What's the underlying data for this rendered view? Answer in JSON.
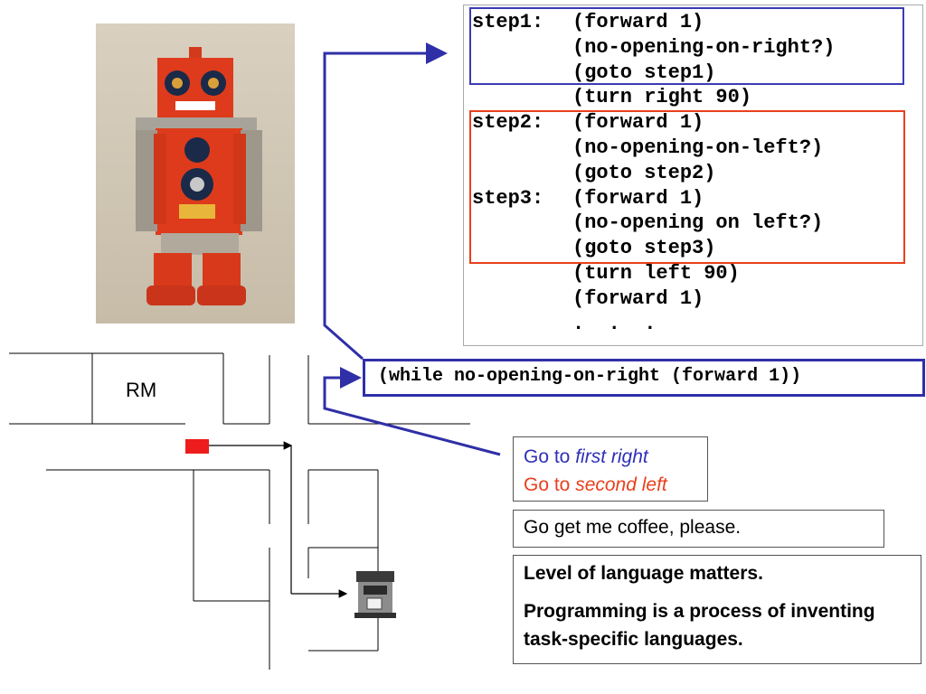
{
  "code": {
    "lines": [
      {
        "label": "step1:",
        "text": "(forward 1)"
      },
      {
        "label": "",
        "text": "(no-opening-on-right?)"
      },
      {
        "label": "",
        "text": "(goto step1)"
      },
      {
        "label": "",
        "text": "(turn right 90)"
      },
      {
        "label": "step2:",
        "text": "(forward 1)"
      },
      {
        "label": "",
        "text": "(no-opening-on-left?)"
      },
      {
        "label": "",
        "text": "(goto step2)"
      },
      {
        "label": "step3:",
        "text": "(forward 1)"
      },
      {
        "label": "",
        "text": "(no-opening on left?)"
      },
      {
        "label": "",
        "text": "(goto step3)"
      },
      {
        "label": "",
        "text": "(turn left 90)"
      },
      {
        "label": "",
        "text": "(forward 1)"
      },
      {
        "label": "",
        "text": ".  .  ."
      }
    ]
  },
  "while_statement": "(while no-opening-on-right (forward 1))",
  "goto_box": {
    "line1_prefix": "Go to ",
    "line1_emph": "first right",
    "line2_prefix": "Go to ",
    "line2_emph": "second left"
  },
  "coffee_request": "Go get me coffee, please.",
  "takeaway": {
    "line1": "Level of language matters.",
    "line2": "Programming is a process of inventing task-specific languages."
  },
  "map": {
    "room_label": "RM"
  },
  "colors": {
    "blue_accent": "#2f2fb8",
    "red_accent": "#e8401c",
    "marker_red": "#ee1c1c"
  },
  "icons": {
    "robot": "toy-robot-photo",
    "coffee": "coffee-machine-icon"
  }
}
